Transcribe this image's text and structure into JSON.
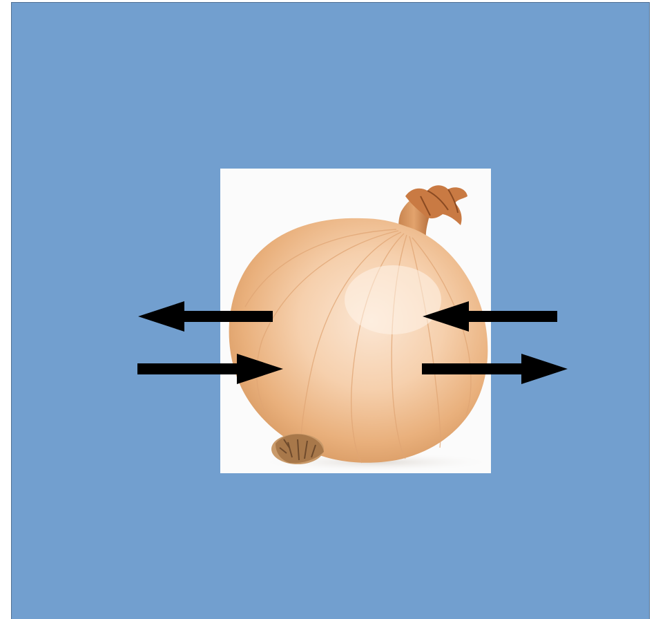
{
  "diagram": {
    "background_color": "#729fcf",
    "photo_background_color": "#fbfbfb",
    "arrow_color": "#000000",
    "image_subject": "onion",
    "arrows": [
      {
        "id": "arrow-outgoing-left",
        "direction": "left"
      },
      {
        "id": "arrow-incoming-left",
        "direction": "right"
      },
      {
        "id": "arrow-incoming-right",
        "direction": "left"
      },
      {
        "id": "arrow-outgoing-right",
        "direction": "right"
      }
    ]
  }
}
